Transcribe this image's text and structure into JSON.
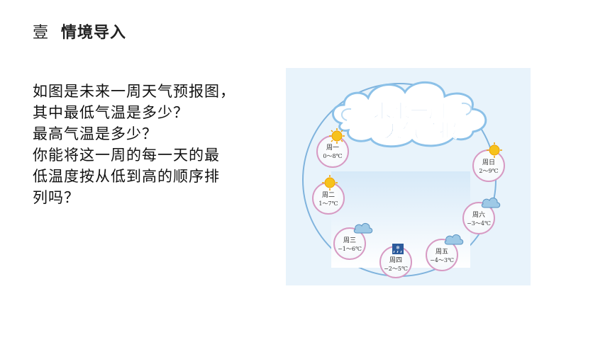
{
  "header": {
    "number": "壹",
    "title": "情境导入"
  },
  "question": {
    "lines": [
      "如图是未来一周天气预报图，",
      "其中最低气温是多少？",
      "最高气温是多少？",
      "你能将这一周的每一天的最",
      "低温度按从低到高的顺序排",
      "列吗？"
    ]
  },
  "forecast": {
    "title_line1": "未来一周",
    "title_line2": "天气预报",
    "days": [
      {
        "day": "周一",
        "range": "0～8℃",
        "weather": "sunny-icon"
      },
      {
        "day": "周二",
        "range": "1～7℃",
        "weather": "sunny-icon"
      },
      {
        "day": "周三",
        "range": "−1～6℃",
        "weather": "cloudy-icon"
      },
      {
        "day": "周四",
        "range": "−2～5℃",
        "weather": "snow-icon"
      },
      {
        "day": "周五",
        "range": "−4～3℃",
        "weather": "cloudy-icon"
      },
      {
        "day": "周六",
        "range": "−3～4℃",
        "weather": "cloudy-icon"
      },
      {
        "day": "周日",
        "range": "2～9℃",
        "weather": "sunny-icon"
      }
    ]
  }
}
